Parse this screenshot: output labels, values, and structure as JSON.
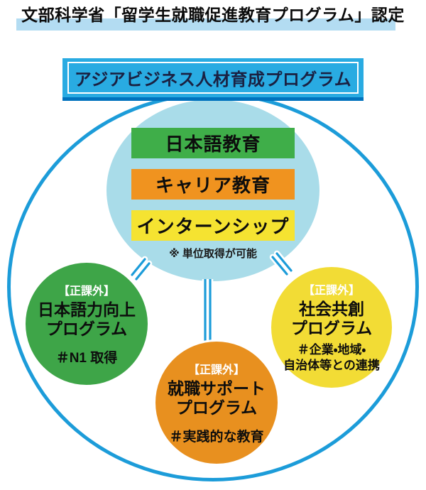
{
  "title": {
    "text": "文部科学省「留学生就職促進教育プログラム」認定"
  },
  "header": {
    "label": "アジアビジネス人材育成プログラム"
  },
  "core_program": {
    "items": [
      {
        "label": "日本語教育"
      },
      {
        "label": "キャリア教育"
      },
      {
        "label": "インターンシップ"
      }
    ],
    "note": "※ 単位取得が可能"
  },
  "satellites": [
    {
      "tag": "【正課外】",
      "line1": "日本語力向上",
      "line2": "プログラム",
      "hash1": "＃N1 取得"
    },
    {
      "tag": "【正課外】",
      "line1": "就職サポート",
      "line2": "プログラム",
      "hash1": "＃実践的な教育"
    },
    {
      "tag": "【正課外】",
      "line1": "社会共創",
      "line2": "プログラム",
      "hash1": "＃企業・地域・",
      "hash2": "自治体等との連携"
    }
  ],
  "colors": {
    "header_blue": "#29ABE2",
    "header_edge_dark": "#0072BD",
    "header_text_navy": "#1A2142",
    "outer_ring_blue": "#1C9CD9",
    "center_circle_blue": "#A9DCE9",
    "title_underline_blue": "#B3DCF2",
    "box_green": "#3FAE49",
    "box_orange": "#F0931F",
    "box_yellow": "#F5E331",
    "circle_green": "#3EA548",
    "circle_orange": "#E8901F",
    "circle_yellow": "#F2DC35"
  }
}
